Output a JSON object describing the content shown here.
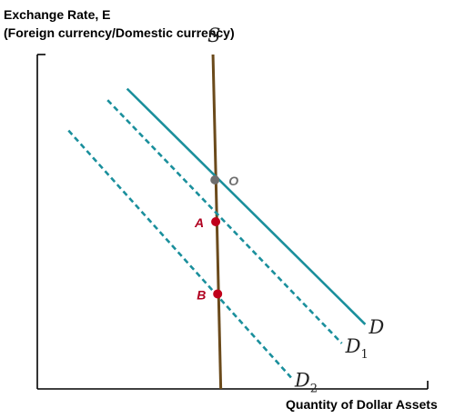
{
  "chart_data": {
    "type": "line",
    "ylabel": [
      "Exchange Rate, E",
      "(Foreign currency/Domestic currency)"
    ],
    "xlabel": "Quantity of Dollar Assets",
    "series": [
      {
        "name": "S",
        "style": "solid",
        "color": "#6b4a1b",
        "points": [
          [
            4.5,
            8.8
          ],
          [
            4.7,
            0
          ]
        ]
      },
      {
        "name": "D",
        "style": "solid",
        "color": "#1a8f9c",
        "points": [
          [
            2.3,
            7.9
          ],
          [
            8.4,
            1.7
          ]
        ]
      },
      {
        "name": "D",
        "sub": "1",
        "style": "dashed",
        "color": "#1a8f9c",
        "points": [
          [
            1.8,
            7.6
          ],
          [
            7.8,
            1.2
          ]
        ]
      },
      {
        "name": "D",
        "sub": "2",
        "style": "dashed",
        "color": "#1a8f9c",
        "points": [
          [
            0.8,
            6.8
          ],
          [
            6.5,
            0.3
          ]
        ]
      }
    ],
    "points": [
      {
        "label": "O",
        "x": 4.55,
        "y": 5.5,
        "color": "#6e6e6e",
        "label_color": "#6e6e6e",
        "label_side": "right"
      },
      {
        "label": "A",
        "x": 4.57,
        "y": 4.4,
        "color": "#c0001a",
        "label_color": "#b00020",
        "label_side": "left"
      },
      {
        "label": "B",
        "x": 4.62,
        "y": 2.5,
        "color": "#c0001a",
        "label_color": "#b00020",
        "label_side": "left"
      }
    ],
    "xlim": [
      0,
      10
    ],
    "ylim": [
      0,
      8.8
    ],
    "grid": false,
    "legend": "none"
  }
}
